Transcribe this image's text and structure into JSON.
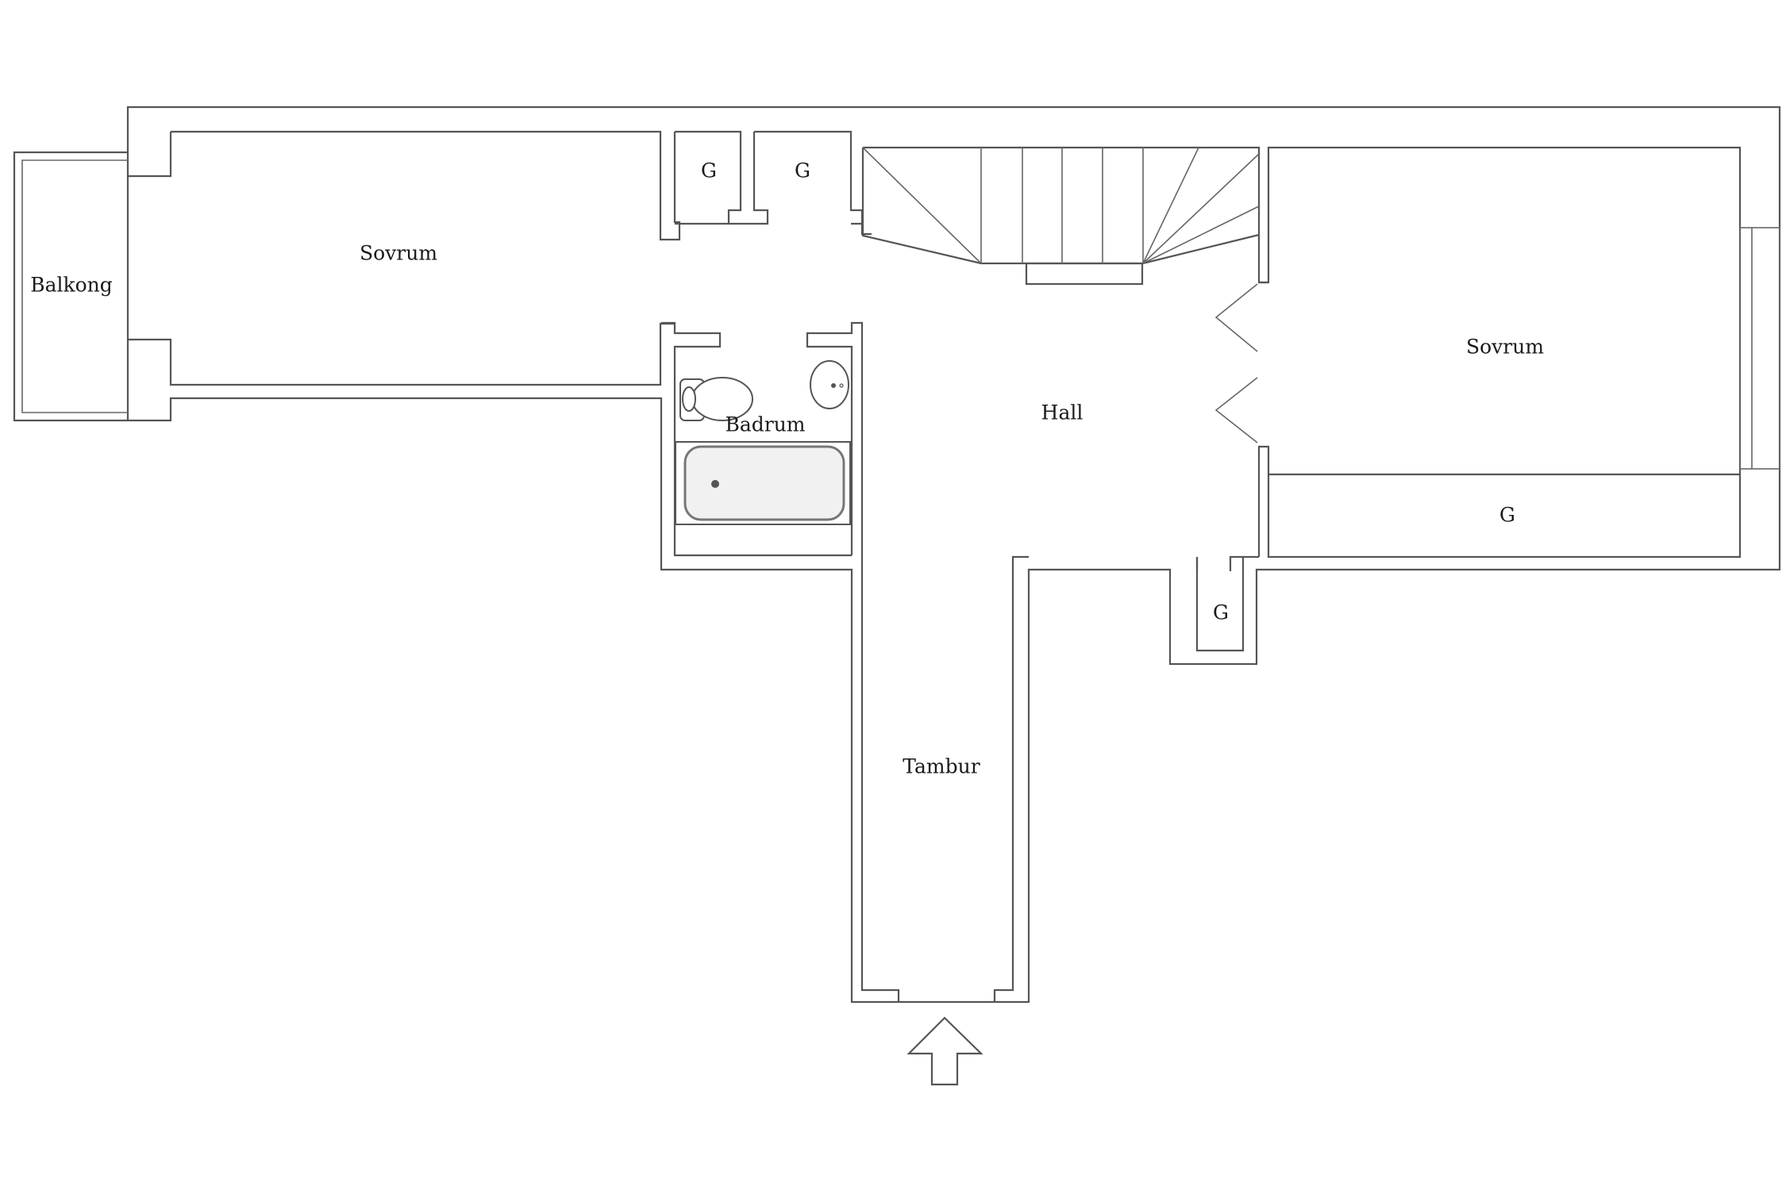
{
  "rooms": {
    "balkong": "Balkong",
    "sovrum_left": "Sovrum",
    "closet_1": "G",
    "closet_2": "G",
    "badrum": "Badrum",
    "hall": "Hall",
    "sovrum_right": "Sovrum",
    "closet_right": "G",
    "closet_bottom": "G",
    "tambur": "Tambur"
  },
  "icons": {
    "entrance": "arrow-up-icon",
    "toilet": "toilet-icon",
    "sink": "sink-icon",
    "bathtub": "bathtub-icon",
    "stairs": "stairs-icon"
  },
  "colors": {
    "wall": "#555555",
    "background": "#ffffff"
  }
}
